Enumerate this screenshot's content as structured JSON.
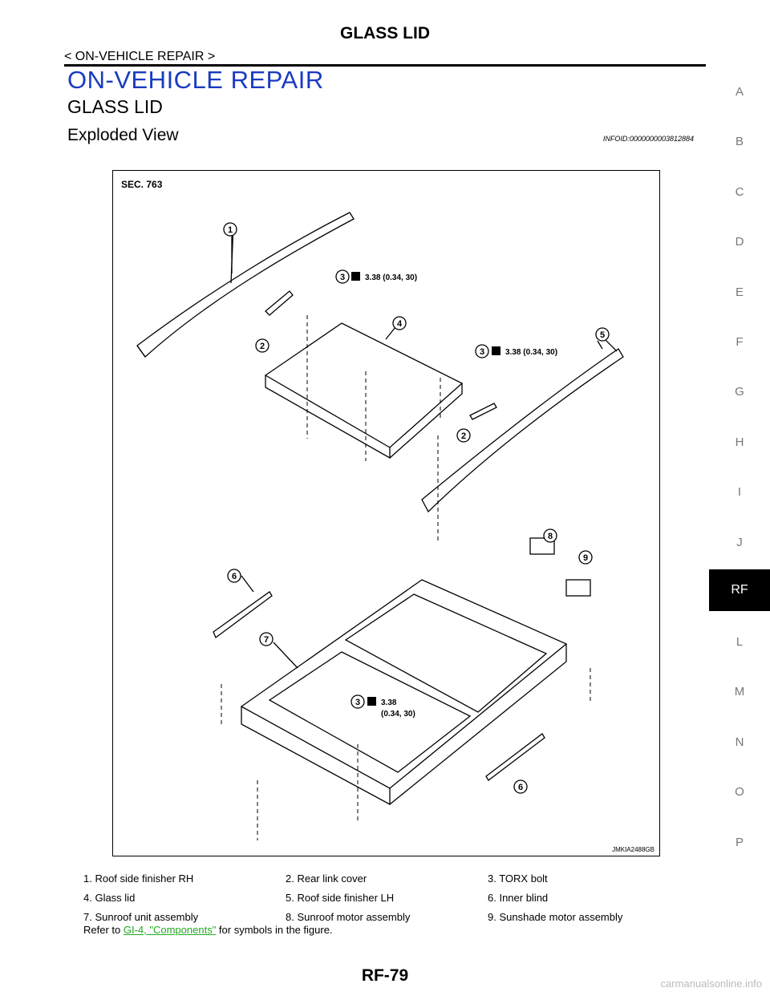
{
  "header": {
    "title": "GLASS LID",
    "breadcrumb": "< ON-VEHICLE REPAIR >"
  },
  "section": {
    "title": "ON-VEHICLE REPAIR",
    "subtitle": "GLASS LID",
    "heading": "Exploded View",
    "info_id": "INFOID:0000000003812884"
  },
  "side_tabs": [
    "A",
    "B",
    "C",
    "D",
    "E",
    "F",
    "G",
    "H",
    "I",
    "J",
    "RF",
    "L",
    "M",
    "N",
    "O",
    "P"
  ],
  "active_tab": "RF",
  "figure": {
    "section_code": "SEC. 763",
    "image_code": "JMKIA2488GB",
    "callouts": [
      "1",
      "2",
      "3",
      "4",
      "5",
      "6",
      "7",
      "8",
      "9"
    ],
    "torque_1": "3.38 (0.34, 30)",
    "torque_2": "3.38 (0.34, 30)",
    "torque_3a": "3.38",
    "torque_3b": "(0.34, 30)"
  },
  "legend": [
    [
      "1.  Roof side finisher RH",
      "2.  Rear link cover",
      "3.  TORX bolt"
    ],
    [
      "4.  Glass lid",
      "5.  Roof side finisher LH",
      "6.  Inner blind"
    ],
    [
      "7.  Sunroof unit assembly",
      "8.  Sunroof motor assembly",
      "9.  Sunshade motor assembly"
    ]
  ],
  "note": {
    "prefix": "Refer to ",
    "link": "GI-4, \"Components\"",
    "suffix": " for symbols in the figure."
  },
  "page_number": "RF-79",
  "watermark": "carmanualsonline.info"
}
